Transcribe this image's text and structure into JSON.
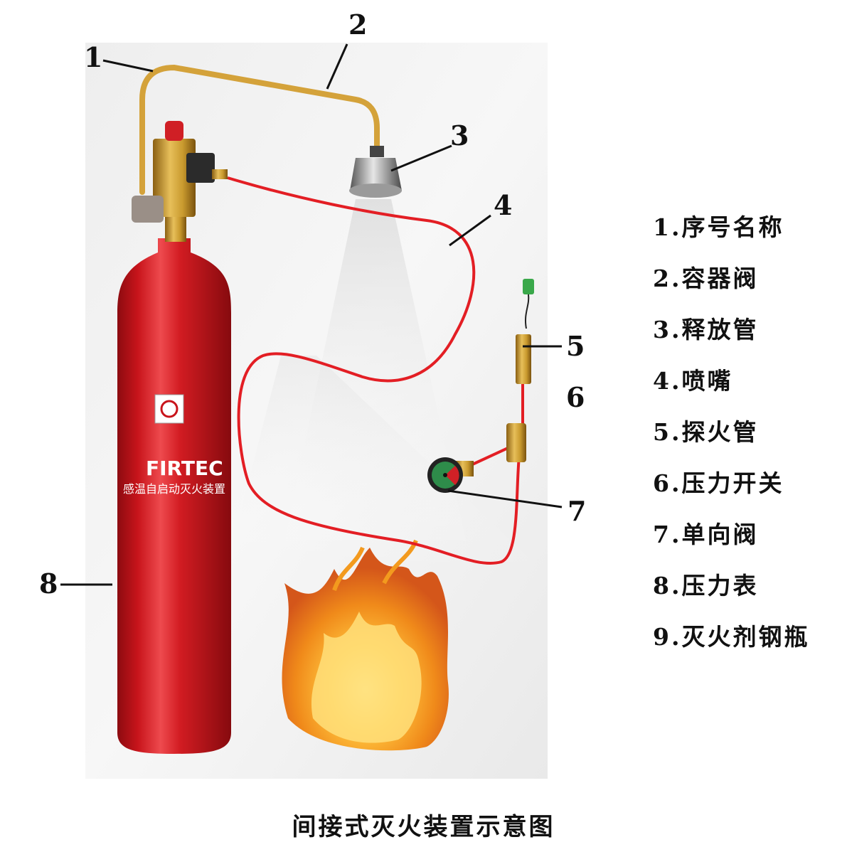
{
  "callouts": [
    "1",
    "2",
    "3",
    "4",
    "5",
    "6",
    "7",
    "8"
  ],
  "legend": [
    "1.序号名称",
    "2.容器阀",
    "3.释放管",
    "4.喷嘴",
    "5.探火管",
    "6.压力开关",
    "7.单向阀",
    "8.压力表",
    "9.灭火剂钢瓶"
  ],
  "cylinder": {
    "brand": "FIRTEC",
    "product_text": "感温自启动灭火装置"
  },
  "caption": "间接式灭火装置示意图",
  "colors": {
    "cylinder_red": "#c8141b",
    "tube_red": "#e31e24",
    "brass": "#c99a2e",
    "flame_orange": "#f39a1e"
  }
}
